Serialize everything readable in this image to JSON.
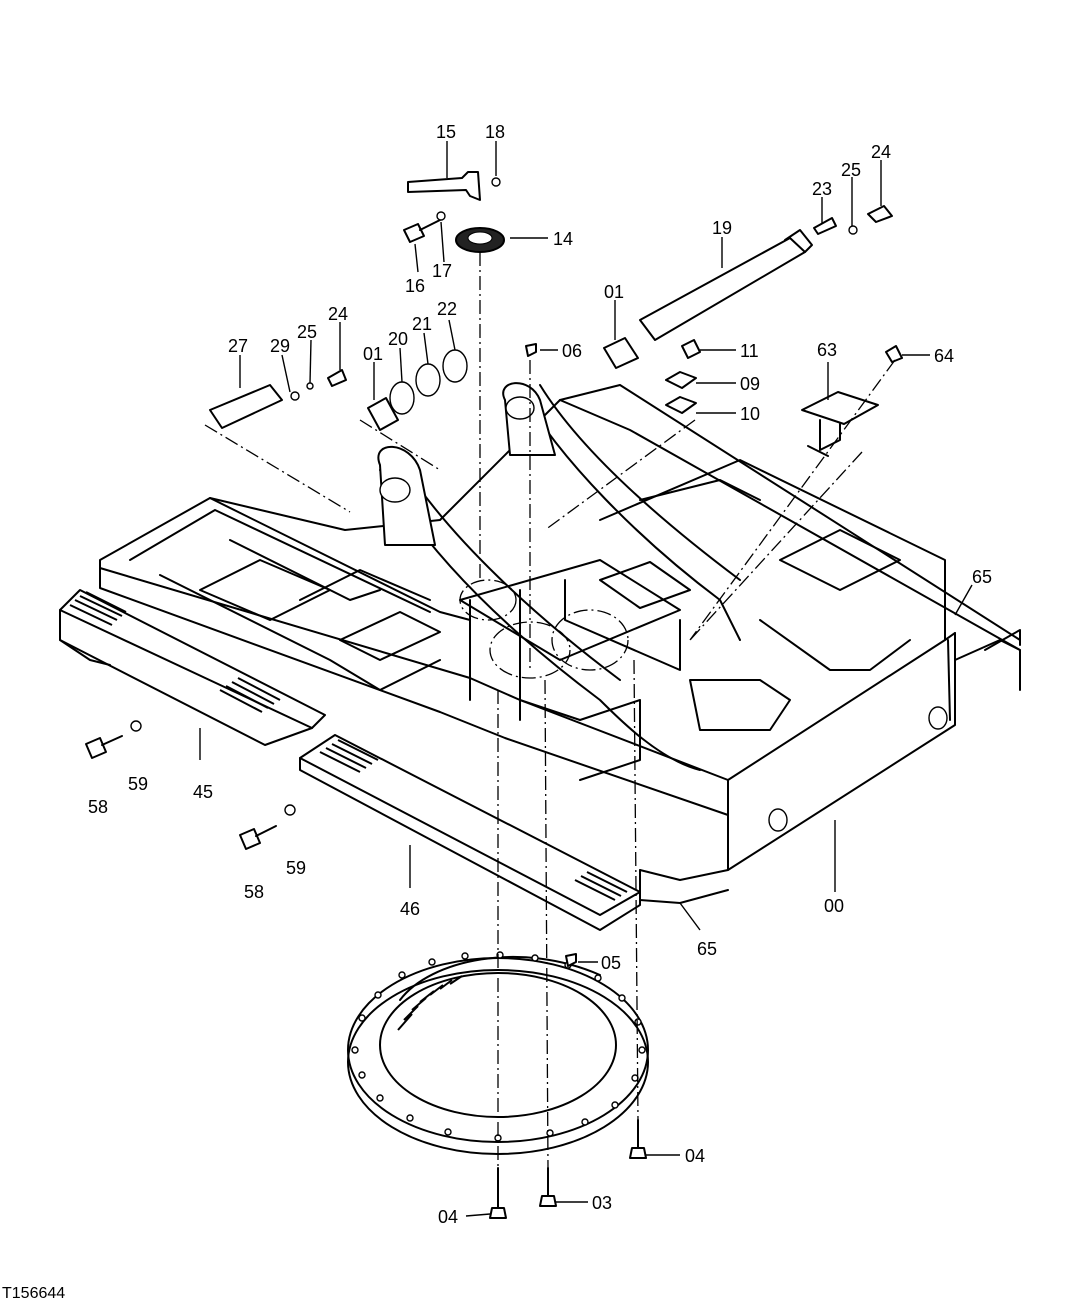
{
  "figure_id": "T156644",
  "callouts": [
    {
      "id": "c15",
      "label": "15"
    },
    {
      "id": "c18",
      "label": "18"
    },
    {
      "id": "c14",
      "label": "14"
    },
    {
      "id": "c16",
      "label": "16"
    },
    {
      "id": "c17",
      "label": "17"
    },
    {
      "id": "c19",
      "label": "19"
    },
    {
      "id": "c23",
      "label": "23"
    },
    {
      "id": "c25a",
      "label": "25"
    },
    {
      "id": "c24a",
      "label": "24"
    },
    {
      "id": "c01a",
      "label": "01"
    },
    {
      "id": "c11",
      "label": "11"
    },
    {
      "id": "c06",
      "label": "06"
    },
    {
      "id": "c09",
      "label": "09"
    },
    {
      "id": "c10",
      "label": "10"
    },
    {
      "id": "c63",
      "label": "63"
    },
    {
      "id": "c64",
      "label": "64"
    },
    {
      "id": "c27",
      "label": "27"
    },
    {
      "id": "c29",
      "label": "29"
    },
    {
      "id": "c25b",
      "label": "25"
    },
    {
      "id": "c24b",
      "label": "24"
    },
    {
      "id": "c01b",
      "label": "01"
    },
    {
      "id": "c20",
      "label": "20"
    },
    {
      "id": "c21",
      "label": "21"
    },
    {
      "id": "c22",
      "label": "22"
    },
    {
      "id": "c65a",
      "label": "65"
    },
    {
      "id": "c58a",
      "label": "58"
    },
    {
      "id": "c59a",
      "label": "59"
    },
    {
      "id": "c45",
      "label": "45"
    },
    {
      "id": "c58b",
      "label": "58"
    },
    {
      "id": "c59b",
      "label": "59"
    },
    {
      "id": "c46",
      "label": "46"
    },
    {
      "id": "c65b",
      "label": "65"
    },
    {
      "id": "c00",
      "label": "00"
    },
    {
      "id": "c05",
      "label": "05"
    },
    {
      "id": "c04a",
      "label": "04"
    },
    {
      "id": "c04b",
      "label": "04"
    },
    {
      "id": "c03",
      "label": "03"
    }
  ]
}
